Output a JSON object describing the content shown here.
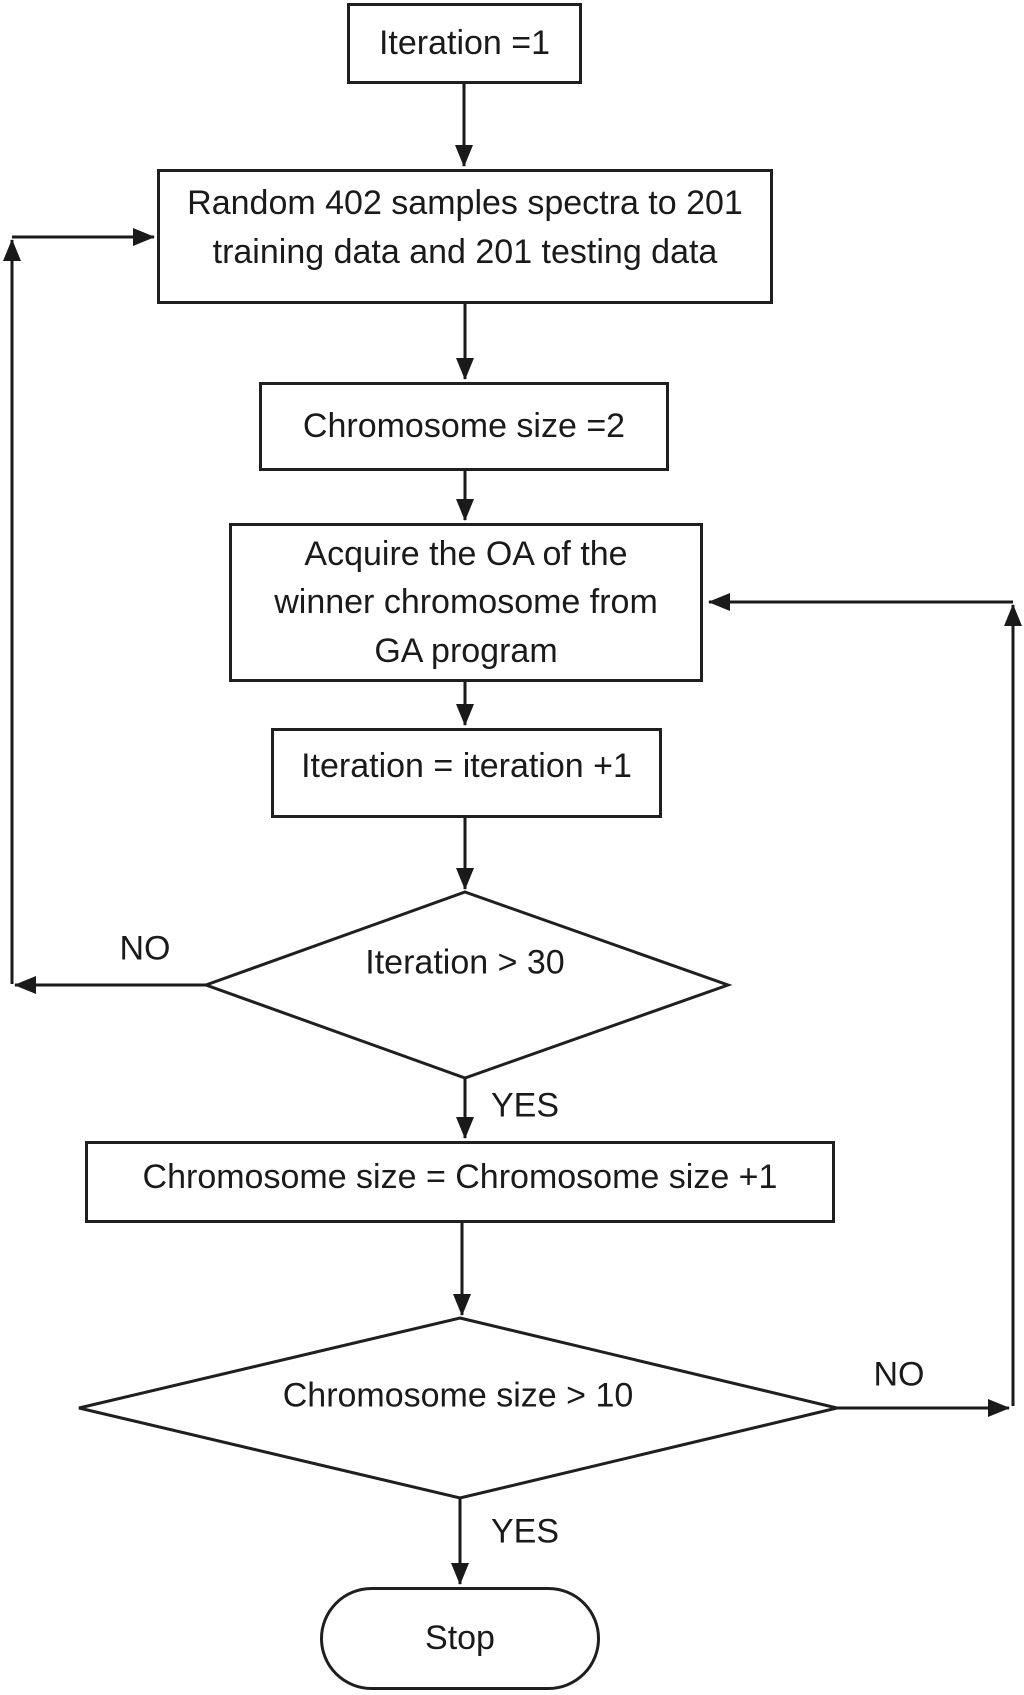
{
  "flowchart": {
    "boxes": {
      "iteration_init": "Iteration =1",
      "random_split_line1": "Random 402 samples spectra to 201",
      "random_split_line2": "training data and 201 testing data",
      "chromosome_init": "Chromosome size =2",
      "acquire_line1": "Acquire the OA of the",
      "acquire_line2": "winner chromosome from",
      "acquire_line3": "GA program",
      "iteration_increment": "Iteration = iteration +1",
      "chromosome_increment": "Chromosome size = Chromosome size +1",
      "stop": "Stop"
    },
    "decisions": {
      "iteration_check": "Iteration > 30",
      "chromosome_check": "Chromosome size > 10"
    },
    "edge_labels": {
      "iteration_no": "NO",
      "iteration_yes": "YES",
      "chromosome_no": "NO",
      "chromosome_yes": "YES"
    },
    "colors": {
      "line": "#1a1a1a",
      "background": "#ffffff"
    }
  }
}
